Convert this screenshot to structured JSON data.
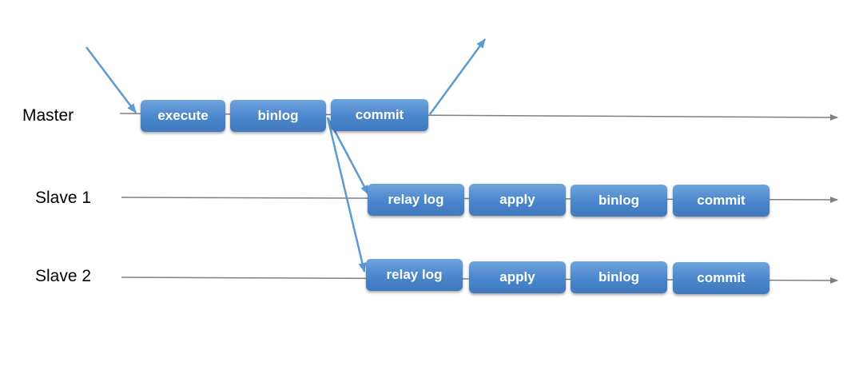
{
  "lanes": {
    "master": "Master",
    "slave1": "Slave 1",
    "slave2": "Slave 2"
  },
  "steps": {
    "master": [
      "execute",
      "binlog",
      "commit"
    ],
    "slave1": [
      "relay log",
      "apply",
      "binlog",
      "commit"
    ],
    "slave2": [
      "relay log",
      "apply",
      "binlog",
      "commit"
    ]
  },
  "colors": {
    "box": "#4a86cb",
    "arrow": "#5b9bd5",
    "timeline": "#808080"
  }
}
